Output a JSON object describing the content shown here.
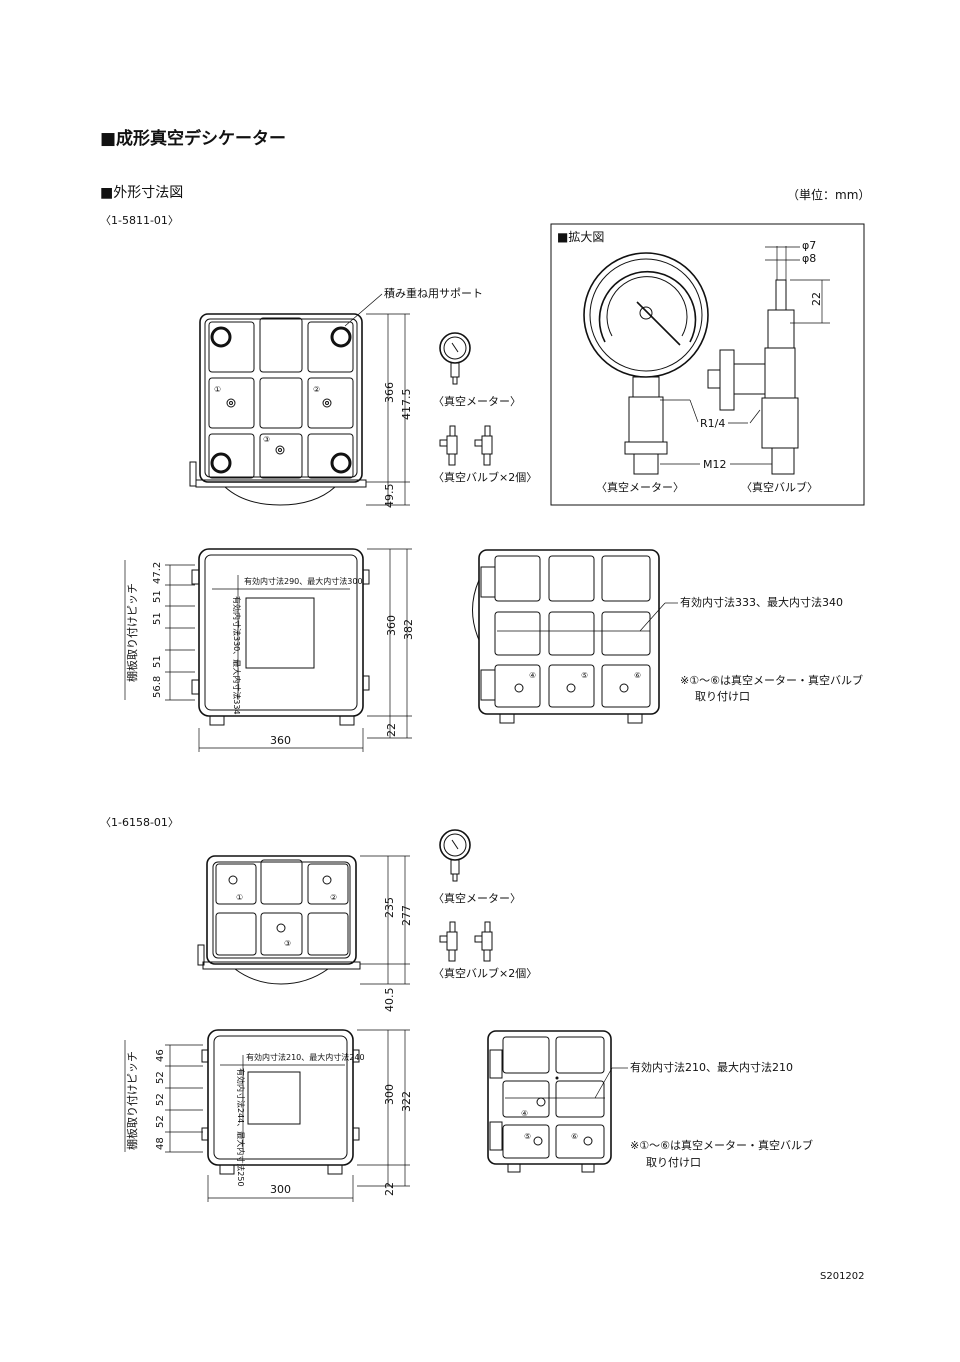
{
  "page": {
    "title": "■成形真空デシケーター",
    "section": "■外形寸法図",
    "unit": "（単位：mm）",
    "footer_code": "S201202"
  },
  "model_a": {
    "code": "〈1-5811-01〉",
    "stack_support": "積み重ね用サポート",
    "gauge_label": "〈真空メーター〉",
    "valve_label": "〈真空バルブ×2個〉",
    "dim_height_body": "366",
    "dim_height_total": "417.5",
    "dim_foot": "49.5",
    "shelf_pitch_label": "棚板取り付けピッチ",
    "pitch": [
      "47.2",
      "51",
      "51",
      "51",
      "56.8"
    ],
    "inner_h": "有効内寸法290、最大内寸法300",
    "inner_v": "有効内寸法330、最大内寸法334",
    "width": "360",
    "front_h1": "360",
    "front_h2": "382",
    "front_foot": "22",
    "side_inner": "有効内寸法333、最大内寸法340",
    "note_line1": "※①～⑥は真空メーター・真空バルブ",
    "note_line2": "取り付け口"
  },
  "enlarged": {
    "title": "■拡大図",
    "phi7": "φ7",
    "phi8": "φ8",
    "d22": "22",
    "r14": "R1/4",
    "m12": "M12",
    "gauge_label": "〈真空メーター〉",
    "valve_label": "〈真空バルブ〉"
  },
  "model_b": {
    "code": "〈1-6158-01〉",
    "gauge_label": "〈真空メーター〉",
    "valve_label": "〈真空バルブ×2個〉",
    "dim_height_body": "235",
    "dim_height_total": "277",
    "dim_foot": "40.5",
    "shelf_pitch_label": "棚板取り付けピッチ",
    "pitch": [
      "46",
      "52",
      "52",
      "52",
      "48"
    ],
    "inner_h": "有効内寸法210、最大内寸法240",
    "inner_v": "有効内寸法244、最大内寸法250",
    "width": "300",
    "front_h1": "300",
    "front_h2": "322",
    "front_foot": "22",
    "side_inner": "有効内寸法210、最大内寸法210",
    "note_line1": "※①～⑥は真空メーター・真空バルブ",
    "note_line2": "取り付け口"
  }
}
